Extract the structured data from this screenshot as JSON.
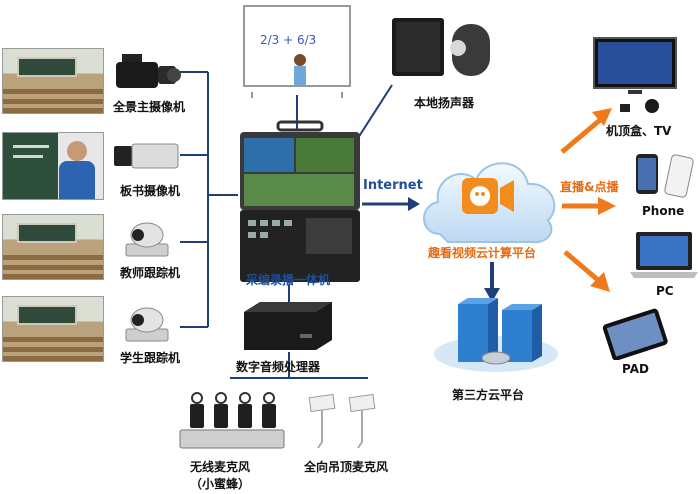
{
  "labels": {
    "panorama_camera": "全景主摄像机",
    "board_camera": "板书摄像机",
    "teacher_tracker": "教师跟踪机",
    "student_tracker": "学生跟踪机",
    "local_speaker": "本地扬声器",
    "recorder": "采编录播一体机",
    "audio_processor": "数字音频处理器",
    "wireless_mic_line1": "无线麦克风",
    "wireless_mic_line2": "（小蜜蜂）",
    "ceiling_mic": "全向吊顶麦克风",
    "internet": "Internet",
    "cloud_platform": "趣看视频云计算平台",
    "third_party_cloud": "第三方云平台",
    "live_vod": "直播&点播",
    "stb_tv": "机顶盒、TV",
    "phone": "Phone",
    "pc": "PC",
    "pad": "PAD"
  },
  "colors": {
    "line_dark_blue": "#1f3f7a",
    "arrow_orange": "#f07a1a",
    "cloud_fill": "#dcecfb",
    "cloud_icon": "#f28c1e"
  },
  "icons": [
    "camcorder-icon",
    "box-camera-icon",
    "ptz-camera-icon",
    "whiteboard-icon",
    "speaker-icon",
    "recorder-icon",
    "audio-processor-icon",
    "wireless-mic-icon",
    "ceiling-mic-icon",
    "cloud-icon",
    "server-icon",
    "tv-icon",
    "phone-icon",
    "laptop-icon",
    "tablet-icon"
  ]
}
